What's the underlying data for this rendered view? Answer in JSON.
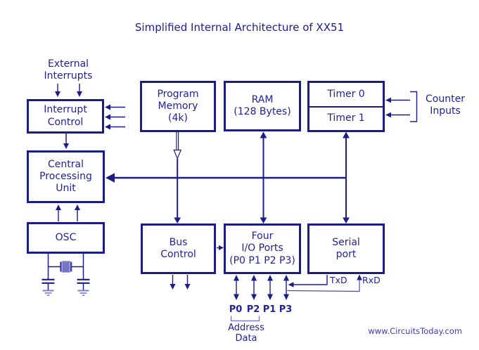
{
  "title": "Simplified Internal Architecture of XX51",
  "colors": {
    "primary_navy": "#1c1c86",
    "text_navy": "#22229a",
    "light_purple": "#7d7dc8",
    "website_blue": "#3b3bc1",
    "background": "#ffffff"
  },
  "blocks": {
    "interrupt_control": "Interrupt\nControl",
    "cpu": "Central\nProcessing\nUnit",
    "osc": "OSC",
    "program_memory": "Program\nMemory\n(4k)",
    "ram": "RAM\n(128 Bytes)",
    "timer0": "Timer 0",
    "timer1": "Timer 1",
    "bus_control": "Bus\nControl",
    "io_ports": "Four\nI/O Ports\n(P0 P1 P2 P3)",
    "serial_port": "Serial\nport"
  },
  "labels": {
    "external_interrupts": "External\nInterrupts",
    "counter_inputs": "Counter\nInputs",
    "txd": "TxD",
    "rxd": "RxD",
    "ports": [
      "P0",
      "P2",
      "P1",
      "P3"
    ],
    "address_data": "Address\nData",
    "website": "www.CircuitsToday.com"
  }
}
